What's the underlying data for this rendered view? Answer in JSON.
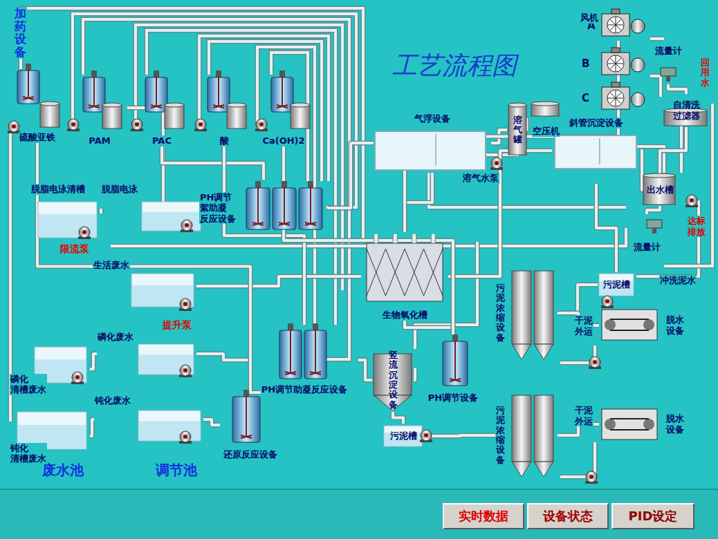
{
  "diagram": {
    "title": "工艺流程图",
    "nodes": [
      {
        "text": [
          "硫酸亚铁"
        ]
      },
      {
        "text": [
          "PAM"
        ]
      },
      {
        "text": [
          "PAC"
        ]
      },
      {
        "text": [
          "酸"
        ]
      },
      {
        "text": [
          "Ca(OH)2"
        ]
      },
      {
        "text": [
          "A"
        ]
      },
      {
        "text": [
          "B"
        ]
      },
      {
        "text": [
          "C"
        ]
      },
      {
        "text": [
          "流量计"
        ]
      },
      {
        "text": [
          "自清洗 过滤器"
        ]
      },
      {
        "text": [
          "气浮设备"
        ]
      },
      {
        "text": [
          "溶气罐"
        ]
      },
      {
        "text": [
          "空压机"
        ]
      },
      {
        "text": [
          "溶气水泵"
        ]
      },
      {
        "text": [
          "斜管沉淀设备"
        ]
      },
      {
        "text": [
          "出水槽"
        ]
      },
      {
        "text": [
          "流量计"
        ]
      },
      {
        "text": [
          "脱脂电泳清槽"
        ]
      },
      {
        "text": [
          "脱脂电泳"
        ]
      },
      {
        "text": [
          "PH调节 絮助凝 反应设备"
        ]
      },
      {
        "text": [
          "生活废水"
        ]
      },
      {
        "text": [
          "生物氧化槽"
        ]
      },
      {
        "text": [
          "污泥槽"
        ]
      },
      {
        "text": [
          "污泥浓缩设备"
        ]
      },
      {
        "text": [
          "脱水 设备"
        ]
      },
      {
        "text": [
          "磷化 清槽废水"
        ]
      },
      {
        "text": [
          "磷化废水"
        ]
      },
      {
        "text": [
          "PH调节助凝反应设备"
        ]
      },
      {
        "text": [
          "竖流沉淀设备"
        ]
      },
      {
        "text": [
          "PH调节设备"
        ]
      },
      {
        "text": [
          "污泥槽"
        ]
      },
      {
        "text": [
          "污泥浓缩设备"
        ]
      },
      {
        "text": [
          "脱水 设备"
        ]
      },
      {
        "text": [
          "钝化 清槽废水"
        ]
      },
      {
        "text": [
          "钝化废水"
        ]
      },
      {
        "text": [
          "还原反应设备"
        ]
      },
      {
        "text": [
          "实时数据"
        ]
      },
      {
        "text": [
          "设备状态"
        ]
      },
      {
        "text": [
          "PID设定"
        ]
      }
    ],
    "edges": [
      {
        "from": 17,
        "to": 18,
        "arrow": "none"
      },
      {
        "from": 18,
        "to": 19,
        "arrow": "none"
      },
      {
        "from": 19,
        "to": 10,
        "arrow": "none"
      },
      {
        "from": 13,
        "to": 11,
        "arrow": "none"
      },
      {
        "from": 12,
        "to": 11,
        "arrow": "none"
      },
      {
        "from": 11,
        "to": 10,
        "arrow": "none"
      },
      {
        "from": 10,
        "to": 21,
        "arrow": "none"
      },
      {
        "from": 20,
        "to": 21,
        "arrow": "none"
      },
      {
        "from": 21,
        "to": 14,
        "arrow": "none"
      },
      {
        "from": 14,
        "to": 15,
        "arrow": "none"
      },
      {
        "from": 15,
        "to": 9,
        "arrow": "none"
      },
      {
        "from": 9,
        "to": 8,
        "arrow": "none"
      },
      {
        "from": 15,
        "to": 16,
        "arrow": "none"
      },
      {
        "from": 14,
        "to": 22,
        "arrow": "none"
      },
      {
        "from": 22,
        "to": 23,
        "arrow": "none"
      },
      {
        "from": 23,
        "to": 24,
        "arrow": "none"
      },
      {
        "from": 25,
        "to": 26,
        "arrow": "none"
      },
      {
        "from": 26,
        "to": 27,
        "arrow": "none"
      },
      {
        "from": 33,
        "to": 34,
        "arrow": "none"
      },
      {
        "from": 34,
        "to": 35,
        "arrow": "none"
      },
      {
        "from": 35,
        "to": 27,
        "arrow": "none"
      },
      {
        "from": 27,
        "to": 28,
        "arrow": "none"
      },
      {
        "from": 28,
        "to": 29,
        "arrow": "none"
      },
      {
        "from": 29,
        "to": 21,
        "arrow": "none"
      },
      {
        "from": 28,
        "to": 30,
        "arrow": "none"
      },
      {
        "from": 30,
        "to": 31,
        "arrow": "none"
      },
      {
        "from": 31,
        "to": 32,
        "arrow": "none"
      },
      {
        "from": 5,
        "to": 21,
        "arrow": "none"
      },
      {
        "from": 0,
        "to": 35,
        "arrow": "none"
      },
      {
        "from": 1,
        "to": 19,
        "arrow": "none"
      },
      {
        "from": 2,
        "to": 19,
        "arrow": "none"
      },
      {
        "from": 3,
        "to": 27,
        "arrow": "none"
      },
      {
        "from": 4,
        "to": 29,
        "arrow": "none"
      }
    ],
    "labels": [
      "加药设备",
      "风机",
      "回用水",
      "达标 排放",
      "限流泵",
      "提升泵",
      "冲洗泥水",
      "干泥 外运",
      "干泥 外运",
      "废水池",
      "调节池"
    ]
  }
}
